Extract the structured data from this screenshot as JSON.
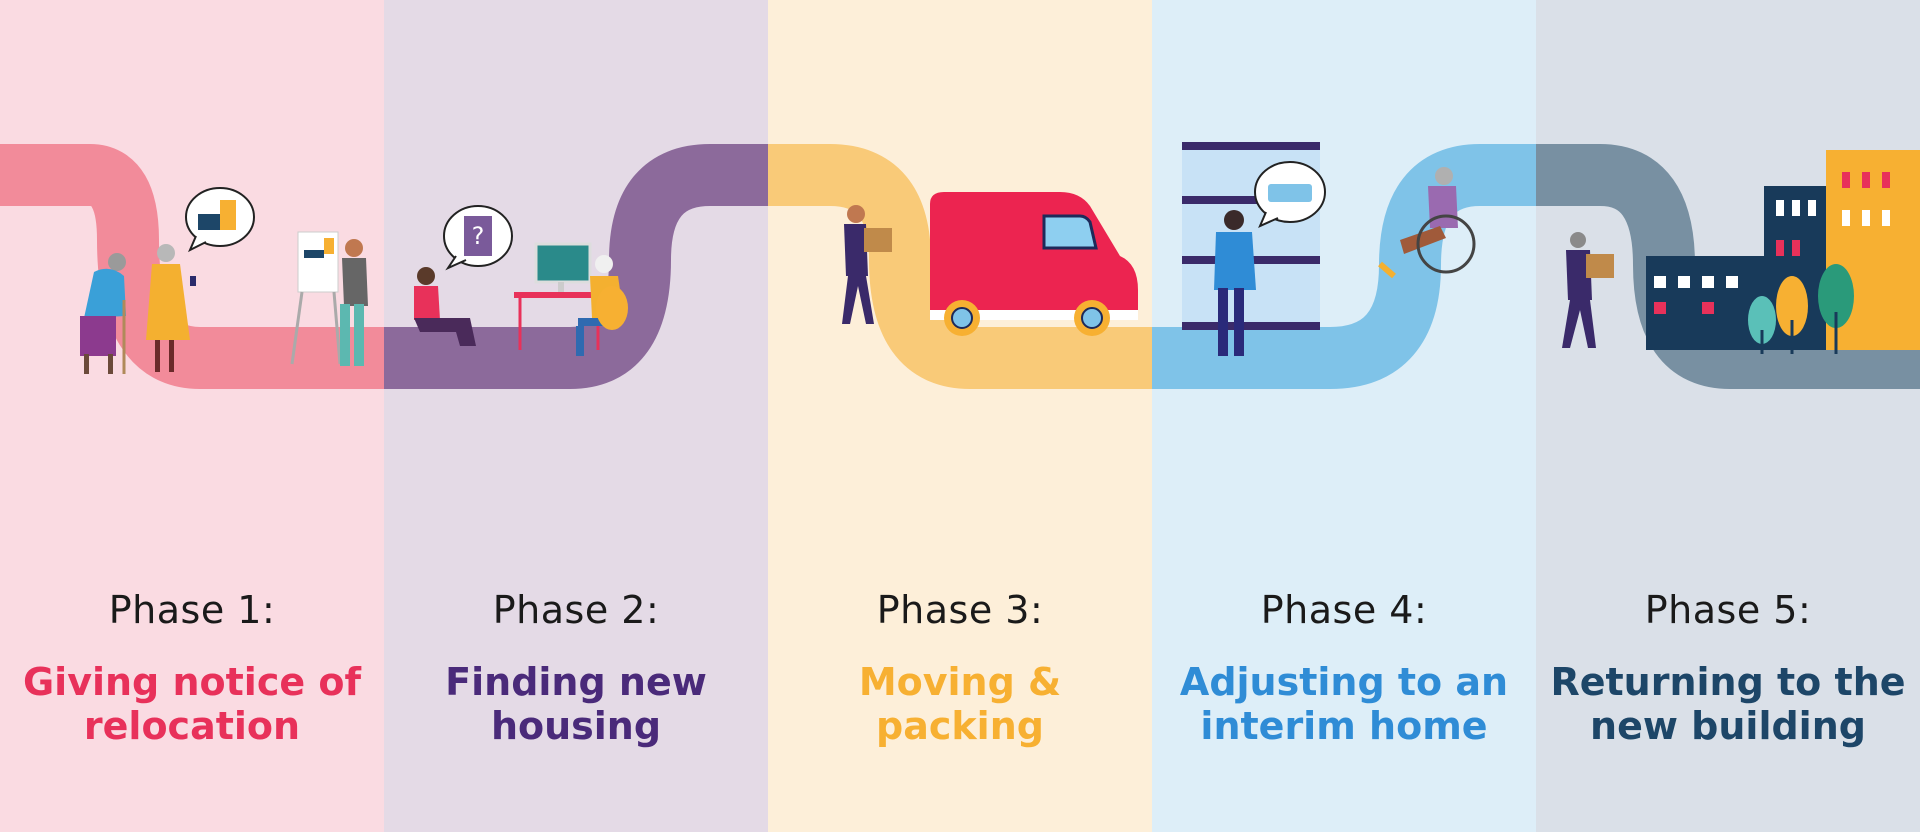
{
  "colors": {
    "bg": [
      "#fadbe2",
      "#e4dae6",
      "#fdefd9",
      "#ddeef8",
      "#dae0e8"
    ],
    "road": [
      "#f28b9a",
      "#8c6a9b",
      "#f9ca78",
      "#7fc3e8",
      "#7890a2"
    ],
    "title": [
      "#e8315a",
      "#4a2a7a",
      "#f7b032",
      "#2f8cd6",
      "#1d4668"
    ]
  },
  "phases": [
    {
      "label": "Phase 1:",
      "title_line1": "Giving notice of",
      "title_line2": "relocation"
    },
    {
      "label": "Phase 2:",
      "title_line1": "Finding new",
      "title_line2": "housing"
    },
    {
      "label": "Phase 3:",
      "title_line1": "Moving &",
      "title_line2": "packing"
    },
    {
      "label": "Phase 4:",
      "title_line1": "Adjusting to an",
      "title_line2": "interim home"
    },
    {
      "label": "Phase 5:",
      "title_line1": "Returning to the",
      "title_line2": "new building"
    }
  ]
}
